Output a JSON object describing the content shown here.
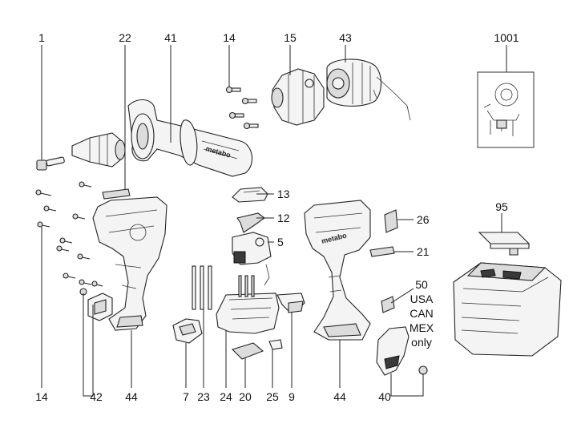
{
  "callouts": {
    "c1": "1",
    "c22": "22",
    "c41": "41",
    "c14a": "14",
    "c15": "15",
    "c43": "43",
    "c1001": "1001",
    "c13": "13",
    "c12": "12",
    "c5": "5",
    "c26": "26",
    "c21": "21",
    "c95": "95",
    "c50": "50",
    "c50_usa": "USA",
    "c50_can": "CAN",
    "c50_mex": "MEX",
    "c50_only": "only",
    "c14b": "14",
    "c42": "42",
    "c44a": "44",
    "c7": "7",
    "c23": "23",
    "c24": "24",
    "c20": "20",
    "c25": "25",
    "c9": "9",
    "c44b": "44",
    "c40": "40"
  },
  "brand_marks": {
    "handle": "metabo",
    "housing": "metabo"
  },
  "colors": {
    "line": "#222222",
    "background": "#ffffff"
  }
}
